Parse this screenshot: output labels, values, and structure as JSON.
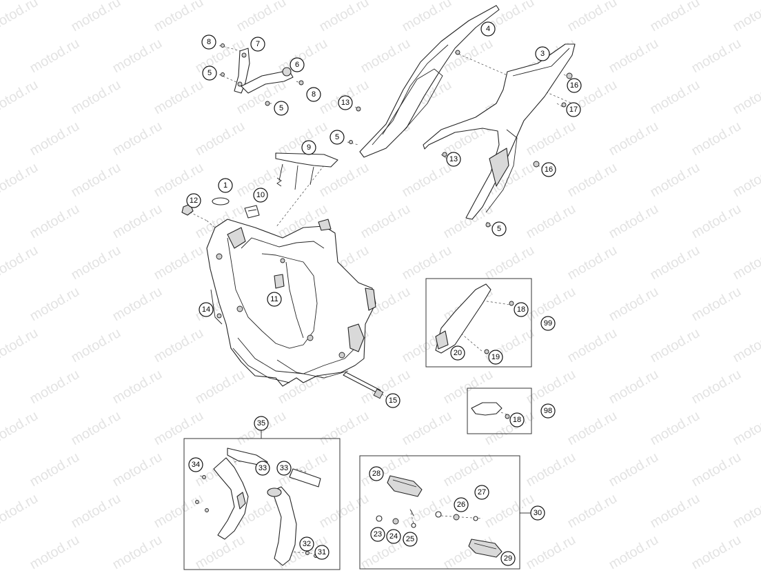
{
  "watermark": "motod.ru",
  "callouts": {
    "c1": "1",
    "c3": "3",
    "c4": "4",
    "c5a": "5",
    "c5b": "5",
    "c5c": "5",
    "c5d": "5",
    "c6": "6",
    "c7": "7",
    "c8a": "8",
    "c8b": "8",
    "c9": "9",
    "c10": "10",
    "c11": "11",
    "c12": "12",
    "c13a": "13",
    "c13b": "13",
    "c14": "14",
    "c15": "15",
    "c16a": "16",
    "c16b": "16",
    "c17": "17",
    "c18a": "18",
    "c18b": "18",
    "c19": "19",
    "c20": "20",
    "c99": "99",
    "c98": "98",
    "c35": "35",
    "c34": "34",
    "c33a": "33",
    "c33b": "33",
    "c32": "32",
    "c31": "31",
    "c30": "30",
    "c28": "28",
    "c27": "27",
    "c26": "26",
    "c23": "23",
    "c24": "24",
    "c25": "25",
    "c29": "29"
  }
}
